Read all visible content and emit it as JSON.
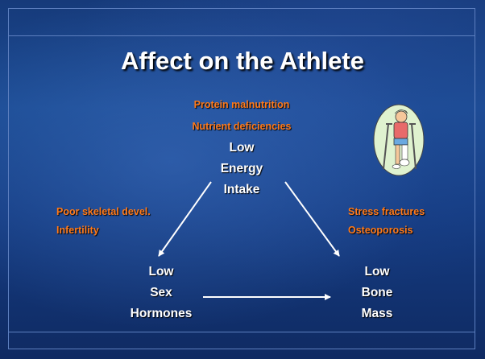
{
  "slide": {
    "title": "Affect on the Athlete"
  },
  "top": {
    "orange_line1": "Protein malnutrition",
    "orange_line2": "Nutrient deficiencies",
    "node": [
      "Low",
      "Energy",
      "Intake"
    ]
  },
  "left": {
    "orange_line1": "Poor skeletal devel.",
    "orange_line2": "Infertility",
    "node": [
      "Low",
      "Sex",
      "Hormones"
    ]
  },
  "right": {
    "orange_line1": "Stress fractures",
    "orange_line2": "Osteoporosis",
    "node": [
      "Low",
      "Bone",
      "Mass"
    ]
  },
  "colors": {
    "accent_orange": "#ff7a1a",
    "text_white": "#ffffff",
    "background_blue": "#1b4b93"
  },
  "icons": {
    "clipart": "athlete-on-crutches-icon"
  }
}
